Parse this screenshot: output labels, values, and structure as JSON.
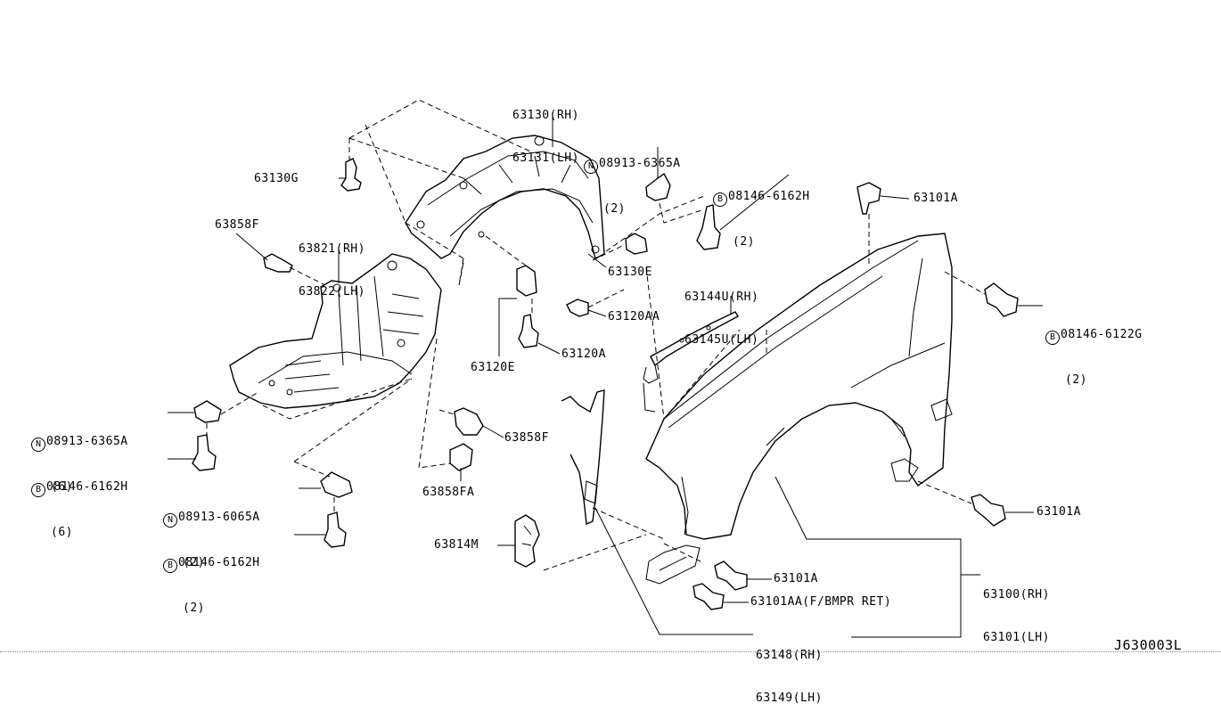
{
  "diagram_code": "J630003L",
  "callouts": {
    "c63130": {
      "l1": "63130(RH)",
      "l2": "63131(LH)"
    },
    "c08913_top": {
      "sym": "N",
      "code": "08913-6365A",
      "qty": "(2)"
    },
    "c08146_top": {
      "sym": "B",
      "code": "08146-6162H",
      "qty": "(2)"
    },
    "c63101A_top": "63101A",
    "c63130G": "63130G",
    "c63858F_top": "63858F",
    "c63821": {
      "l1": "63821(RH)",
      "l2": "63822(LH)"
    },
    "c63130E": "63130E",
    "c63144U": {
      "l1": "63144U(RH)",
      "l2": "63145U(LH)"
    },
    "c08146_right": {
      "sym": "B",
      "code": "08146-6122G",
      "qty": "(2)"
    },
    "c63120AA": "63120AA",
    "c63120A": "63120A",
    "c63120E": "63120E",
    "c08913_left": {
      "sym": "N",
      "code": "08913-6365A",
      "qty": "(6)"
    },
    "c63858F_mid": "63858F",
    "c08146_left": {
      "sym": "B",
      "code": "08146-6162H",
      "qty": "(6)"
    },
    "c63858FA": "63858FA",
    "c08913_6065": {
      "sym": "N",
      "code": "08913-6065A",
      "qty": "(2)"
    },
    "c63101A_right": "63101A",
    "c08146_bottom": {
      "sym": "B",
      "code": "08146-6162H",
      "qty": "(2)"
    },
    "c63814M": "63814M",
    "c63101A_lower": "63101A",
    "c63100": {
      "l1": "63100(RH)",
      "l2": "63101(LH)"
    },
    "c63101AA": "63101AA(F/BMPR RET)",
    "c63148": {
      "l1": "63148(RH)",
      "l2": "63149(LH)"
    }
  }
}
